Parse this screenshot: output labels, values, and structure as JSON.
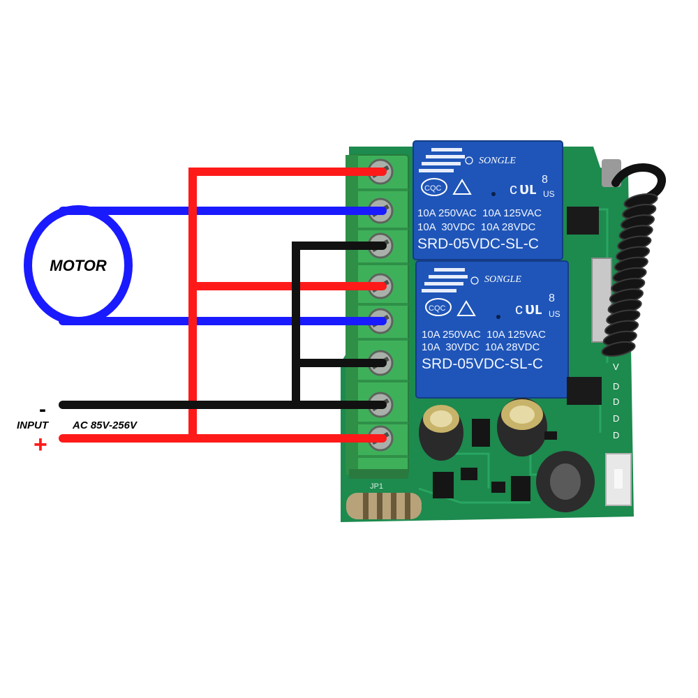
{
  "motor": {
    "label": "MOTOR"
  },
  "input": {
    "label": "INPUT",
    "voltage": "AC 85V-256V",
    "minus": "-",
    "plus": "+"
  },
  "relays": [
    {
      "brand": "SONGLE",
      "cert": "CQC",
      "model_no": "8",
      "region": "US",
      "rating_line1": "10A 250VAC  10A 125VAC",
      "rating_line2": "10A  30VDC  10A 28VDC",
      "part": "SRD-05VDC-SL-C"
    },
    {
      "brand": "SONGLE",
      "cert": "CQC",
      "model_no": "8",
      "region": "US",
      "rating_line1": "10A 250VAC  10A 125VAC",
      "rating_line2": "10A  30VDC  10A 28VDC",
      "part": "SRD-05VDC-SL-C"
    }
  ],
  "board": {
    "jumper_label": "JP1",
    "pin_labels": [
      "V",
      "D",
      "D",
      "D",
      "D"
    ]
  },
  "colors": {
    "live": "#ff1a1a",
    "neutral": "#111111",
    "motor": "#1a1aff",
    "pcb": "#1d8a4e",
    "terminal": "#3fb05a",
    "relay": "#1f55b8"
  }
}
